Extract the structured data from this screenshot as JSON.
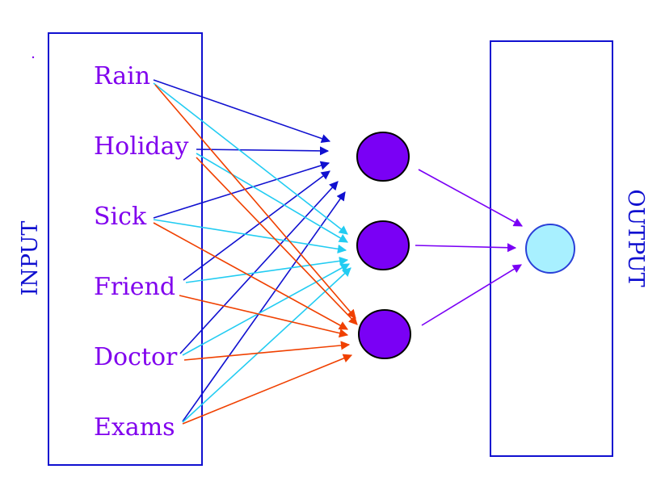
{
  "colors": {
    "box": "#1010d0",
    "input_label": "#8000ee",
    "side_label": "#1010d0",
    "hidden_node": "#7a00f5",
    "output_node": "#a8f0ff",
    "edge_dark_blue": "#1010d0",
    "edge_cyan": "#22ccf2",
    "edge_red": "#f04000",
    "edge_purple": "#7a00f5"
  },
  "input_title": "INPUT",
  "output_title": "OUTPUT",
  "inputs": [
    "Rain",
    "Holiday",
    "Sick",
    "Friend",
    "Doctor",
    "Exams"
  ],
  "hidden_nodes": [
    "hidden-1",
    "hidden-2",
    "hidden-3"
  ],
  "output_nodes": [
    "output-1"
  ]
}
